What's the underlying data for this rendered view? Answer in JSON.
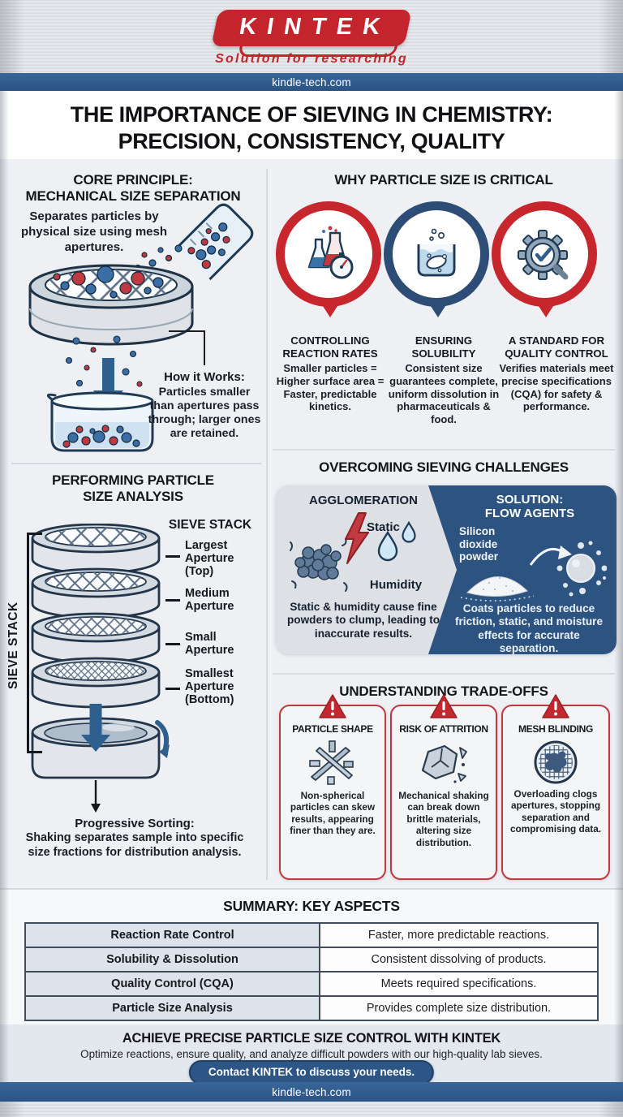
{
  "brand": {
    "logo": "KINTEK",
    "tagline": "Solution for researching",
    "website": "kindle-tech.com"
  },
  "title": {
    "line1": "THE IMPORTANCE OF SIEVING IN CHEMISTRY:",
    "line2": "PRECISION, CONSISTENCY, QUALITY"
  },
  "core_principle": {
    "heading": "CORE PRINCIPLE:\nMECHANICAL SIZE SEPARATION",
    "description": "Separates particles by physical size using mesh apertures.",
    "how_it_works_label": "How it Works:",
    "how_it_works_text": "Particles smaller than apertures pass through; larger ones are retained."
  },
  "why_critical": {
    "heading": "WHY PARTICLE SIZE IS CRITICAL",
    "items": [
      {
        "title": "CONTROLLING REACTION RATES",
        "text": "Smaller particles = Higher surface area = Faster, predictable kinetics."
      },
      {
        "title": "ENSURING SOLUBILITY",
        "text": "Consistent size guarantees complete, uniform dissolution in pharmaceuticals & food."
      },
      {
        "title": "A STANDARD FOR QUALITY CONTROL",
        "text": "Verifies materials meet precise specifications (CQA) for safety & performance."
      }
    ]
  },
  "size_analysis": {
    "heading": "PERFORMING PARTICLE\nSIZE ANALYSIS",
    "stack_title": "SIEVE STACK",
    "side_label": "SIEVE STACK",
    "labels": [
      "Largest Aperture (Top)",
      "Medium Aperture",
      "Small Aperture",
      "Smallest Aperture (Bottom)"
    ],
    "sorting_label": "Progressive Sorting:",
    "sorting_text": "Shaking separates sample into specific size fractions for distribution analysis."
  },
  "challenges": {
    "heading": "OVERCOMING SIEVING CHALLENGES",
    "problem": {
      "title": "AGGLOMERATION",
      "static_label": "Static",
      "humidity_label": "Humidity",
      "text": "Static & humidity cause fine powders to clump, leading to inaccurate results."
    },
    "solution": {
      "title": "SOLUTION:\nFLOW AGENTS",
      "agent_label": "Silicon dioxide powder",
      "text": "Coats particles to reduce friction, static, and moisture effects for accurate separation."
    }
  },
  "tradeoffs": {
    "heading": "UNDERSTANDING TRADE-OFFS",
    "cards": [
      {
        "title": "PARTICLE SHAPE",
        "text": "Non-spherical particles can skew results, appearing finer than they are."
      },
      {
        "title": "RISK OF ATTRITION",
        "text": "Mechanical shaking can break down brittle materials, altering size distribution."
      },
      {
        "title": "MESH BLINDING",
        "text": "Overloading clogs apertures, stopping separation and compromising data."
      }
    ]
  },
  "summary": {
    "heading": "SUMMARY: KEY ASPECTS",
    "rows": [
      {
        "aspect": "Reaction Rate Control",
        "benefit": "Faster, more predictable reactions."
      },
      {
        "aspect": "Solubility & Dissolution",
        "benefit": "Consistent dissolving of products."
      },
      {
        "aspect": "Quality Control (CQA)",
        "benefit": "Meets required specifications."
      },
      {
        "aspect": "Particle Size Analysis",
        "benefit": "Provides complete size distribution."
      }
    ]
  },
  "cta": {
    "heading": "ACHIEVE PRECISE PARTICLE SIZE CONTROL WITH KINTEK",
    "subtext": "Optimize reactions, ensure quality, and analyze difficult powders with our high-quality lab sieves.",
    "button": "Contact KINTEK to discuss your needs."
  },
  "colors": {
    "accent_red": "#c4242b",
    "panel_navy": "#2d5380",
    "bar_blue": "#2e5a88"
  }
}
